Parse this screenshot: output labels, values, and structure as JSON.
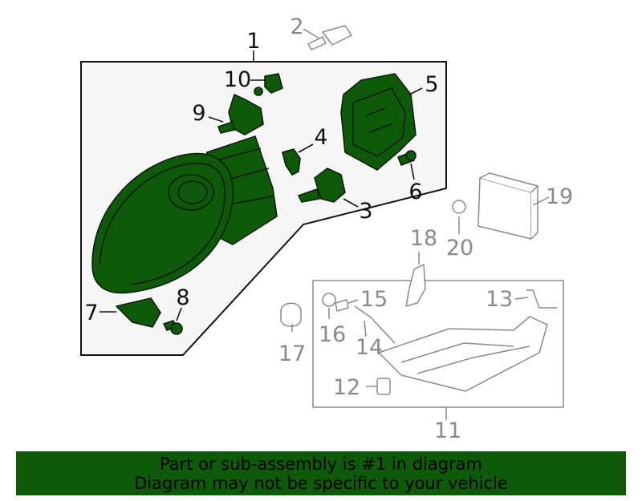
{
  "callouts": {
    "c1": "1",
    "c2": "2",
    "c3": "3",
    "c4": "4",
    "c5": "5",
    "c6": "6",
    "c7": "7",
    "c8": "8",
    "c9": "9",
    "c10": "10",
    "c11": "11",
    "c12": "12",
    "c13": "13",
    "c14": "14",
    "c15": "15",
    "c16": "16",
    "c17": "17",
    "c18": "18",
    "c19": "19",
    "c20": "20"
  },
  "banner": {
    "line1": "Part or sub-assembly is #1 in diagram",
    "line2": "Diagram may not be specific to your vehicle"
  },
  "colors": {
    "highlight": "#0f5a0a",
    "panel": "#f6f6f6",
    "ghost": "#8a8a8a"
  }
}
